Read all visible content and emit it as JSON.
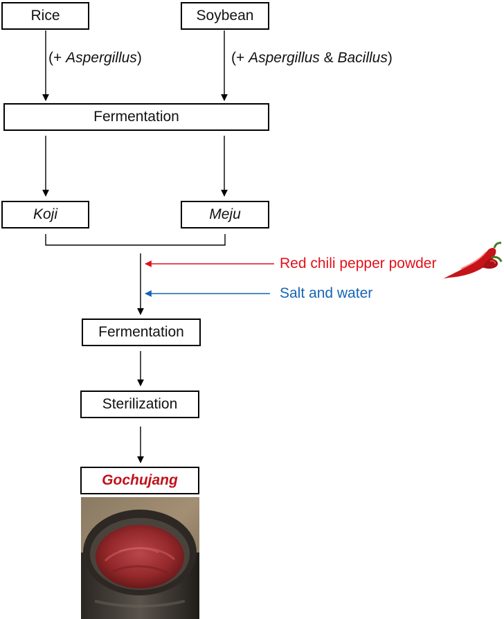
{
  "nodes": {
    "rice": "Rice",
    "soybean": "Soybean",
    "fermentation_1": "Fermentation",
    "koji": "Koji",
    "meju": "Meju",
    "fermentation_2": "Fermentation",
    "sterilization": "Sterilization",
    "gochujang": "Gochujang"
  },
  "labels": {
    "rice_inoculum": {
      "open": "(+ ",
      "organism": "Aspergillus",
      "close": ")"
    },
    "soybean_inoculum": {
      "open": "(+ ",
      "organism_1": "Aspergillus",
      "amp": " & ",
      "organism_2": "Bacillus",
      "close": ")"
    }
  },
  "inputs": {
    "red_chili": "Red chili pepper powder",
    "salt_water": "Salt and water"
  },
  "colors": {
    "red_chili": "#e3101a",
    "salt_water": "#1565b5",
    "gochujang": "#c0131a",
    "red_arrow": "#e3101a",
    "blue_arrow": "#1565b5"
  },
  "icons": {
    "chili": "red-chili-pepper-icon",
    "product_photo": "gochujang-jar-photo"
  }
}
